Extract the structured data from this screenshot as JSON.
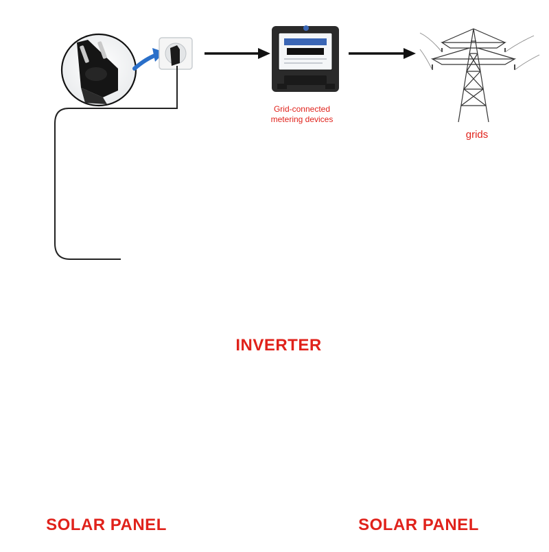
{
  "labels": {
    "meter": [
      "Grid-connected",
      "metering devices"
    ],
    "grids": "grids",
    "inverter": "INVERTER",
    "solar_left": "SOLAR PANEL",
    "solar_right": "SOLAR PANEL"
  },
  "colors": {
    "label_red": "#e0221b",
    "cable": "#222222",
    "inverter_body": "#1e1e1e",
    "connector_red": "#e0221b",
    "callout_blue": "#2a6fc9",
    "panel_frame": "#b9bdc2",
    "panel_cell": "#1f2226"
  },
  "icons": {
    "plug": "schuko-plug-icon",
    "socket": "wall-socket-icon",
    "meter": "electricity-meter-icon",
    "tower": "transmission-tower-icon",
    "cloud": "cloud-upload-wifi-icon",
    "phone": "smartphone-icon",
    "monitor": "monitor-icon",
    "arrow": "arrow-right-icon"
  }
}
